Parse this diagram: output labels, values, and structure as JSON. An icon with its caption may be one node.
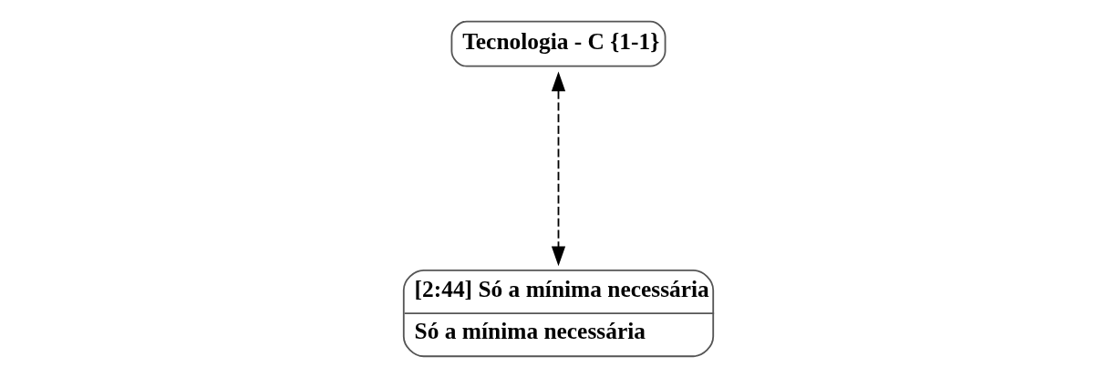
{
  "diagram": {
    "nodes": [
      {
        "text": [
          "Tecnologia - C {1-1}"
        ]
      },
      {
        "text": [
          "[2:44] Só a mínima necessária",
          "Só a mínima necessária"
        ]
      }
    ],
    "edges": [
      {
        "from": 0,
        "to": 1,
        "arrow": "both",
        "style": "dashed"
      }
    ]
  }
}
